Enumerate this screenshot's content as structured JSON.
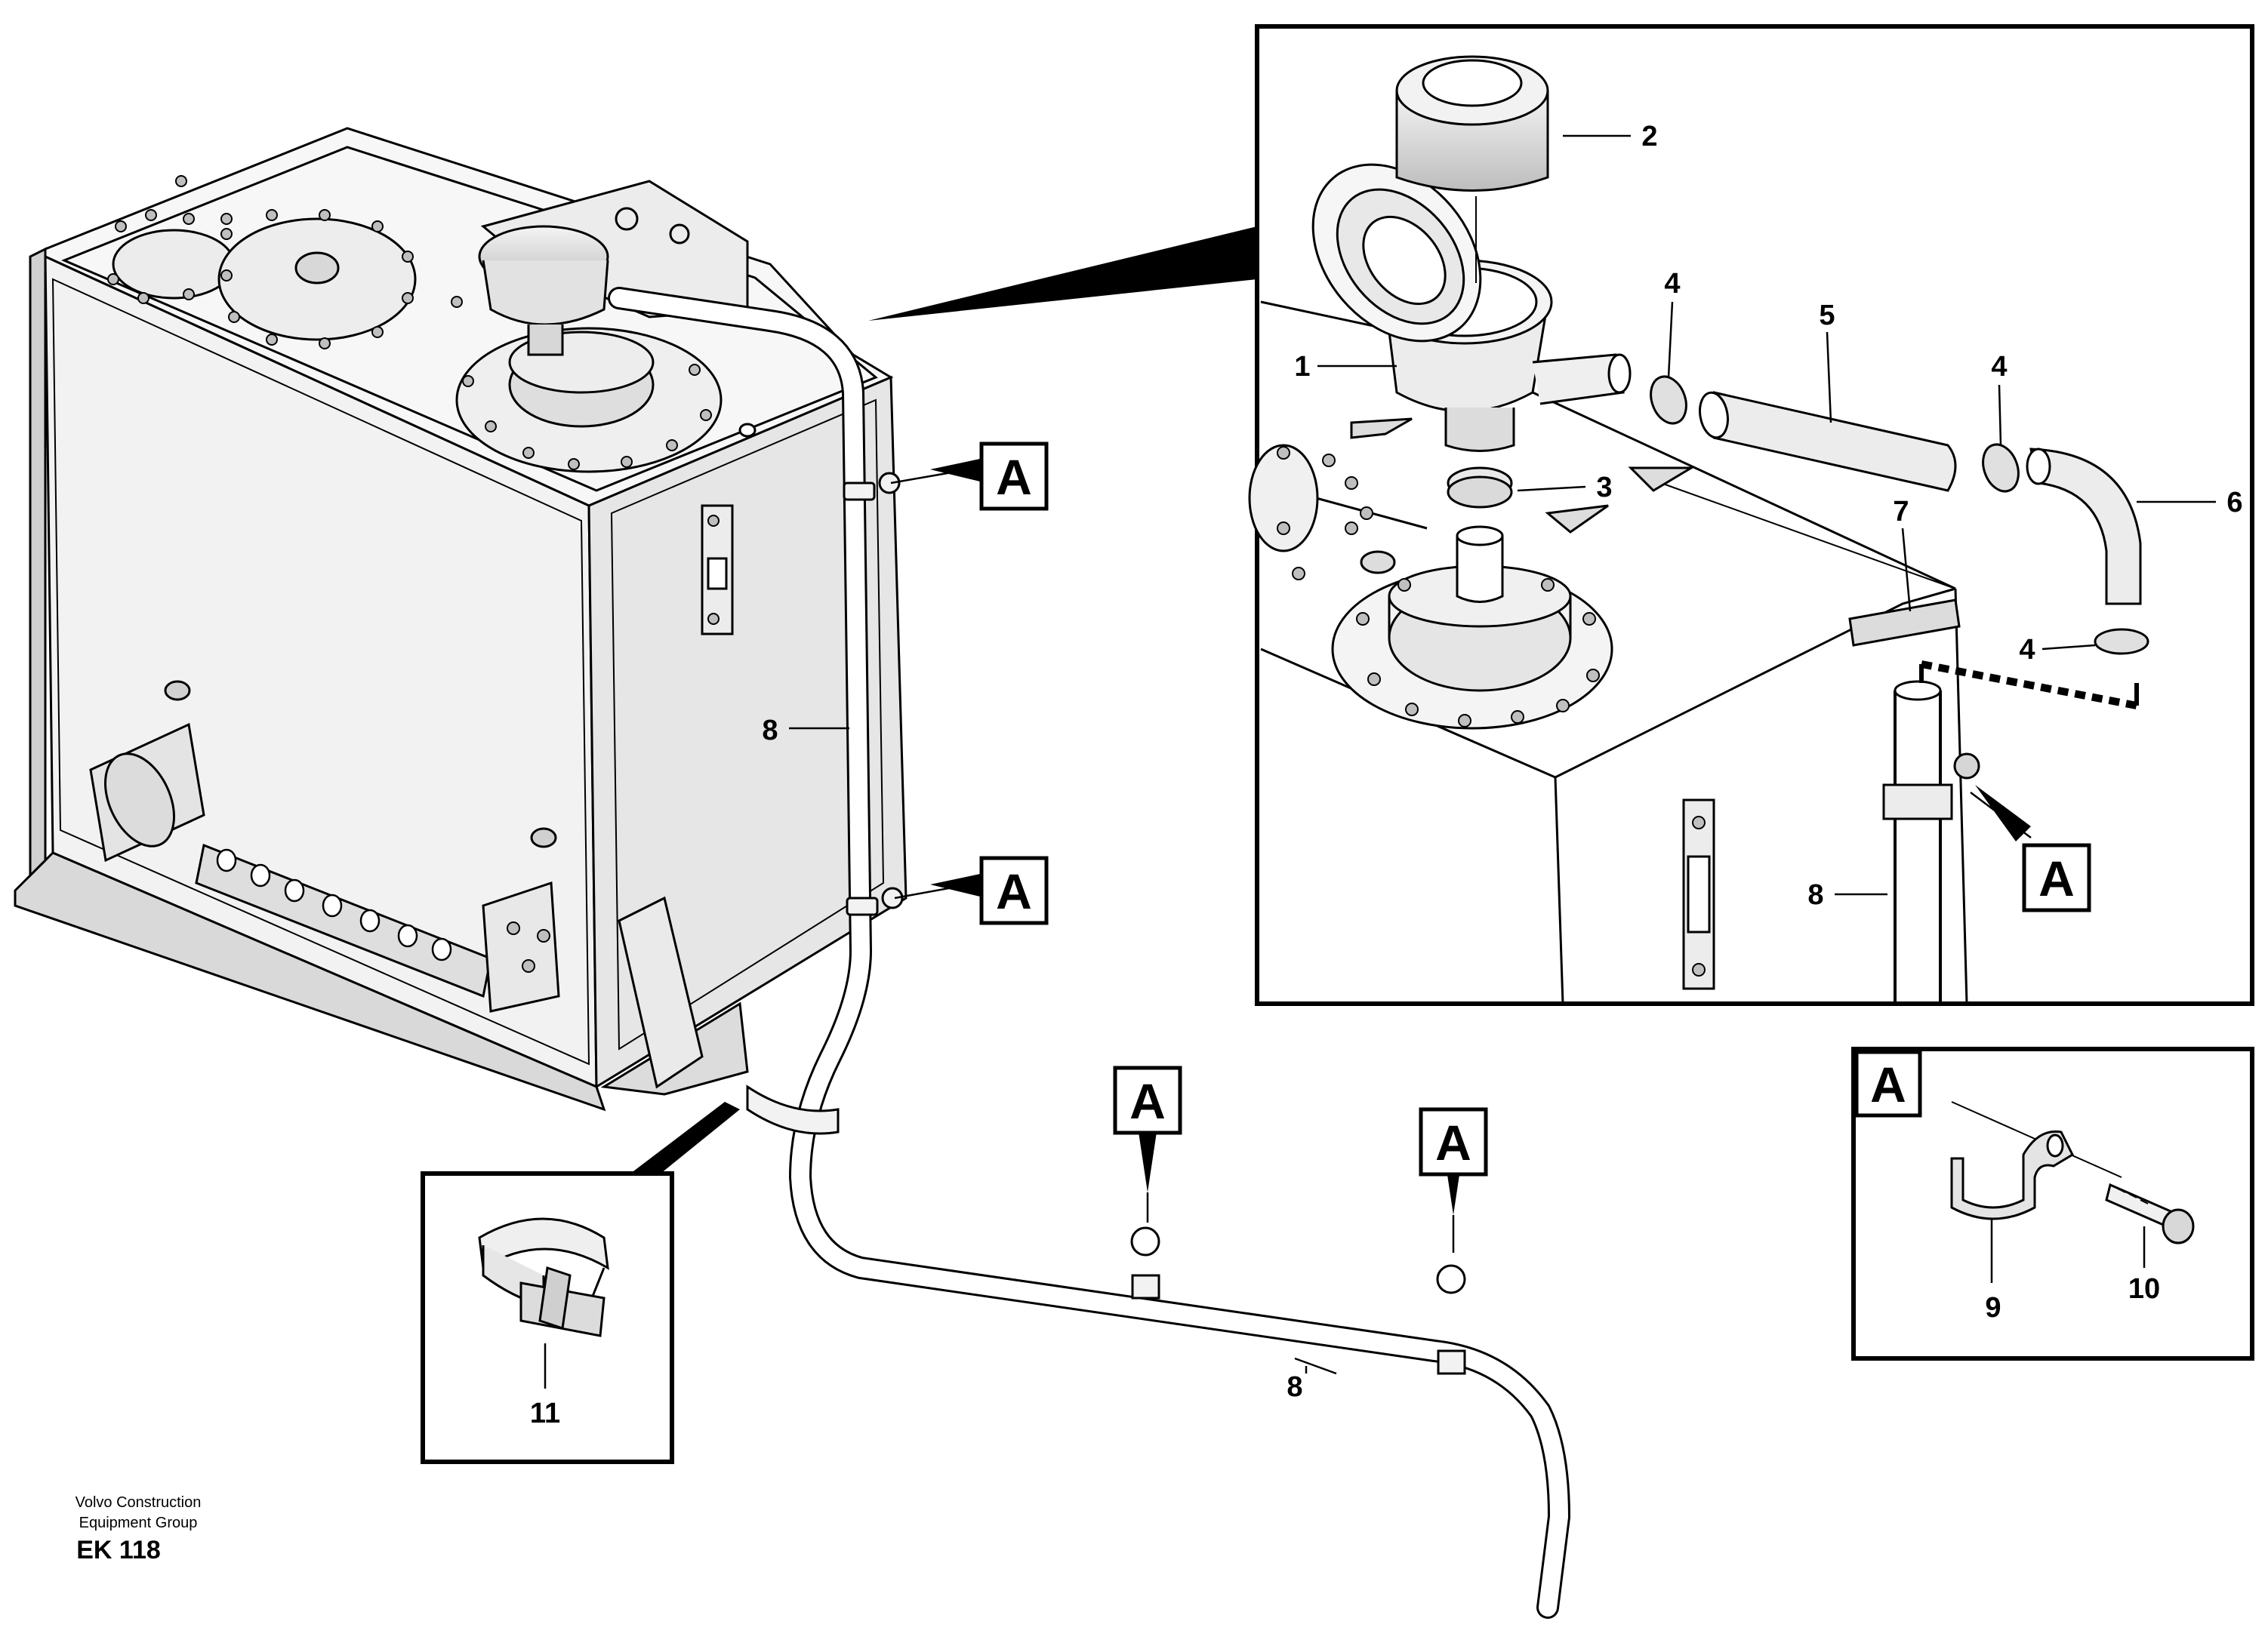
{
  "callouts": {
    "c1": "1",
    "c2": "2",
    "c3": "3",
    "c4a": "4",
    "c4b": "4",
    "c4c": "4",
    "c5": "5",
    "c6": "6",
    "c7": "7",
    "c8_main": "8",
    "c8_pipe": "8",
    "c8_detail": "8",
    "c9": "9",
    "c10": "10",
    "c11": "11"
  },
  "markers": {
    "a_tank_upper": "A",
    "a_tank_lower": "A",
    "a_pipe_left": "A",
    "a_pipe_right": "A",
    "a_detail": "A",
    "a_inset": "A"
  },
  "footer": {
    "line1": "Volvo Construction",
    "line2": "Equipment Group",
    "code": "EK 118"
  }
}
